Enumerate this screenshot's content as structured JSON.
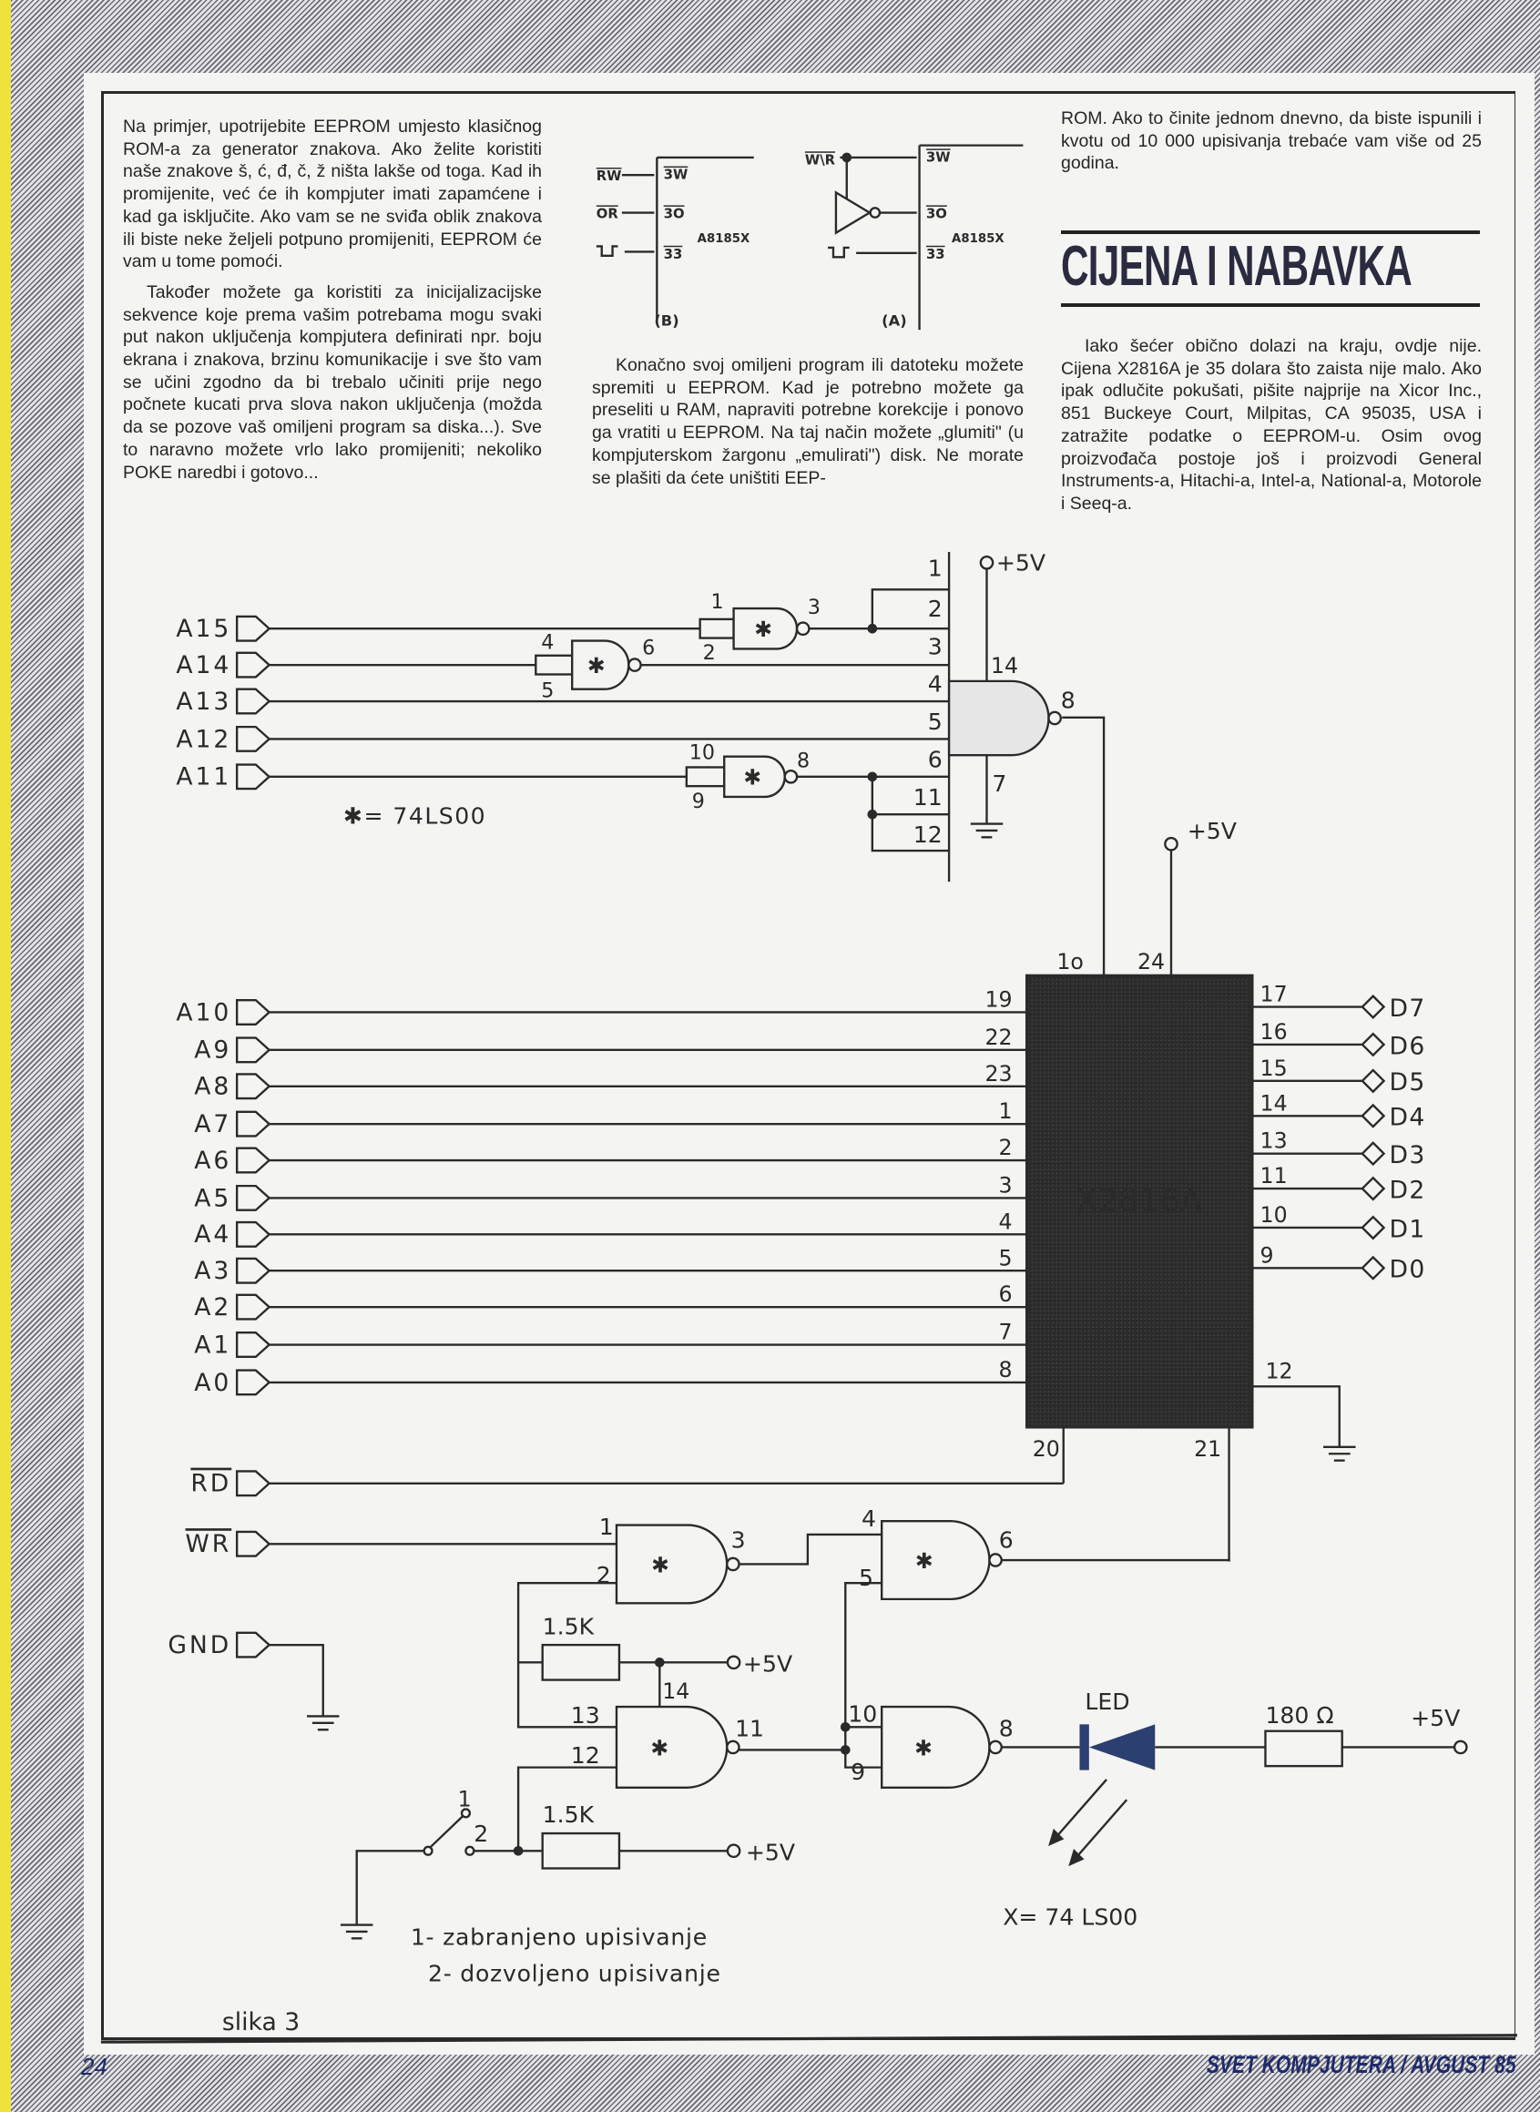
{
  "article": {
    "col1_paragraphs": [
      "Na primjer, upotrijebite EEPROM umjesto klasičnog ROM-a za generator znakova. Ako želite koristiti naše znakove š, ć, đ, č, ž ništa lakše od toga. Kad ih promijenite, već će ih kompjuter imati zapamćene i kad ga isključite. Ako vam se ne sviđa oblik znakova ili biste neke željeli potpuno promijeniti, EEPROM će vam u tome pomoći.",
      "Također možete ga koristiti za inicijalizacijske sekvence koje prema vašim potrebama mogu svaki put nakon uključenja kompjutera definirati npr. boju ekrana i znakova, brzinu komunikacije i sve što vam se učini zgodno da bi trebalo učiniti prije nego počnete kucati prva slova nakon uključenja (možda da se pozove vaš omiljeni program sa diska...). Sve to naravno možete vrlo lako promijeniti; nekoliko POKE naredbi i gotovo..."
    ],
    "col2_paragraph": "Konačno svoj omiljeni program ili datoteku možete spremiti u EEPROM. Kad je potrebno možete ga preseliti u RAM, napraviti potrebne korekcije i ponovo ga vratiti u EEPROM. Na taj način možete „glumiti\" (u kompjuterskom žargonu „emulirati\") disk. Ne morate se plašiti da ćete uništiti EEP-",
    "col3_intro": "ROM. Ako to činite jednom dnevno, da biste ispunili i kvotu od 10 000 upisivanja trebaće vam više od 25 godina.",
    "heading": "CIJENA I NABAVKA",
    "col3_paragraph": "Iako šećer obično dolazi na kraju, ovdje nije. Cijena X2816A je 35 dolara što zaista nije malo. Ako ipak odlučite pokušati, pišite najprije na Xicor Inc., 851 Buckeye Court, Milpitas, CA 95035, USA i zatražite podatke o EEPROM-u. Osim ovog proizvođača postoje još i proizvodi General Instruments-a, Hitachi-a, Intel-a, National-a, Motorole i Seeq-a."
  },
  "insets": {
    "b": {
      "signals": [
        "RW",
        "OR"
      ],
      "pins": [
        "3W",
        "3O",
        "33"
      ],
      "chip": "A8185X",
      "caption": "(B)"
    },
    "a": {
      "signal": "W\\R",
      "pins": [
        "3W",
        "3O",
        "33"
      ],
      "chip": "A8185X",
      "caption": "(A)"
    }
  },
  "schematic": {
    "decoder_inputs": [
      "A15",
      "A14",
      "A13",
      "A12",
      "A11"
    ],
    "gate1_pins": [
      "1",
      "2",
      "3"
    ],
    "gate2_pins": [
      "4",
      "5",
      "6"
    ],
    "gate3_pins": [
      "10",
      "9",
      "8"
    ],
    "gate_mark": "✱",
    "bus_pins": [
      "1",
      "2",
      "3",
      "4",
      "5",
      "6",
      "11",
      "12"
    ],
    "big_gate_pins": [
      "14",
      "7",
      "8"
    ],
    "vcc": "+5V",
    "gate_legend": "✱= 74LS00",
    "chip_name": "X2816A",
    "chip_top_pins": [
      "1o",
      "24"
    ],
    "address_inputs": [
      "A10",
      "A9",
      "A8",
      "A7",
      "A6",
      "A5",
      "A4",
      "A3",
      "A2",
      "A1",
      "A0"
    ],
    "address_pins": [
      "19",
      "22",
      "23",
      "1",
      "2",
      "3",
      "4",
      "5",
      "6",
      "7",
      "8"
    ],
    "data_outputs": [
      "D7",
      "D6",
      "D5",
      "D4",
      "D3",
      "D2",
      "D1",
      "D0"
    ],
    "data_pins": [
      "17",
      "16",
      "15",
      "14",
      "13",
      "11",
      "10",
      "9"
    ],
    "chip_bottom_pins": [
      "12",
      "20",
      "21"
    ],
    "control_inputs": [
      "RD",
      "WR",
      "GND"
    ],
    "gateA_pins": [
      "1",
      "2",
      "3"
    ],
    "gateB_pins": [
      "4",
      "5",
      "6"
    ],
    "gateC_pins": [
      "13",
      "12",
      "11",
      "14"
    ],
    "gateD_pins": [
      "10",
      "9",
      "8"
    ],
    "resistor_pullup": "1.5K",
    "led_label": "LED",
    "led_resistor": "180 Ω",
    "switch_pins": [
      "1",
      "2"
    ],
    "switch_legend": [
      "1- zabranjeno upisivanje",
      "2- dozvoljeno upisivanje"
    ],
    "x_legend": "X= 74 LS00",
    "led_color": "#2b3f70",
    "caption": "slika 3"
  },
  "footer": {
    "page_number": "24",
    "magazine": "SVET KOMPJUTERA / AVGUST 85"
  }
}
